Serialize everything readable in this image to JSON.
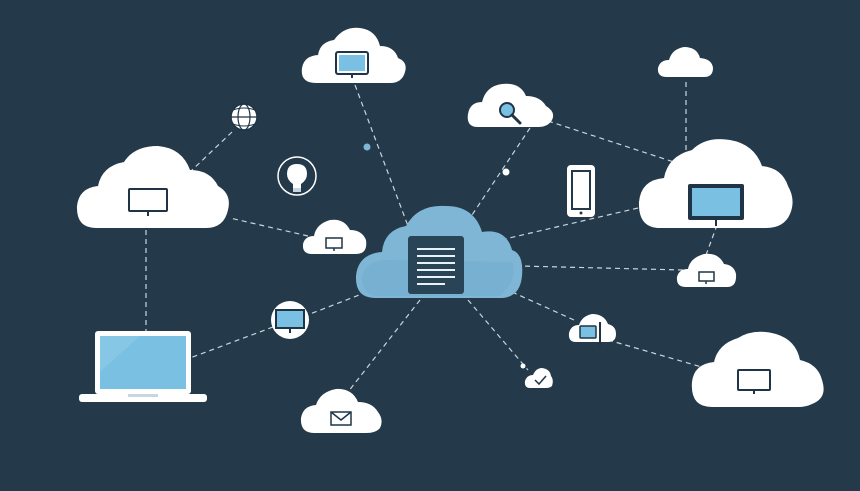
{
  "colors": {
    "background": "#243a4a",
    "cloud_fill": "#ffffff",
    "cloud_shadow": "#dfe7ee",
    "central_cloud_fill": "#7fb6d6",
    "central_cloud_shadow": "#5f9cc0",
    "server_block": "#2a4457",
    "server_lines": "#e8f2f8",
    "device_outline": "#1f3547",
    "screen_blue": "#79c0e2",
    "connector": "#c7d6df"
  },
  "nodes": [
    {
      "id": "central-cloud",
      "icon": "server-document-icon"
    },
    {
      "id": "top-monitor-cloud",
      "icon": "monitor-icon"
    },
    {
      "id": "top-right-small-cloud",
      "icon": "none"
    },
    {
      "id": "search-cloud",
      "icon": "search-icon"
    },
    {
      "id": "left-monitor-cloud",
      "icon": "monitor-icon"
    },
    {
      "id": "right-monitor-cloud",
      "icon": "monitor-icon"
    },
    {
      "id": "small-tv-cloud",
      "icon": "tv-icon"
    },
    {
      "id": "right-small-tv-cloud",
      "icon": "tv-icon"
    },
    {
      "id": "email-cloud",
      "icon": "envelope-icon"
    },
    {
      "id": "bottom-right-monitor-cloud",
      "icon": "monitor-icon"
    },
    {
      "id": "tablet-cloud",
      "icon": "tablet-stylus-icon"
    },
    {
      "id": "checkmark-cloud",
      "icon": "checkmark-icon"
    },
    {
      "id": "laptop",
      "icon": "laptop-icon"
    },
    {
      "id": "globe",
      "icon": "globe-icon"
    },
    {
      "id": "lightbulb",
      "icon": "lightbulb-icon"
    },
    {
      "id": "smartphone",
      "icon": "smartphone-icon"
    },
    {
      "id": "tv-circle",
      "icon": "tv-icon"
    }
  ]
}
